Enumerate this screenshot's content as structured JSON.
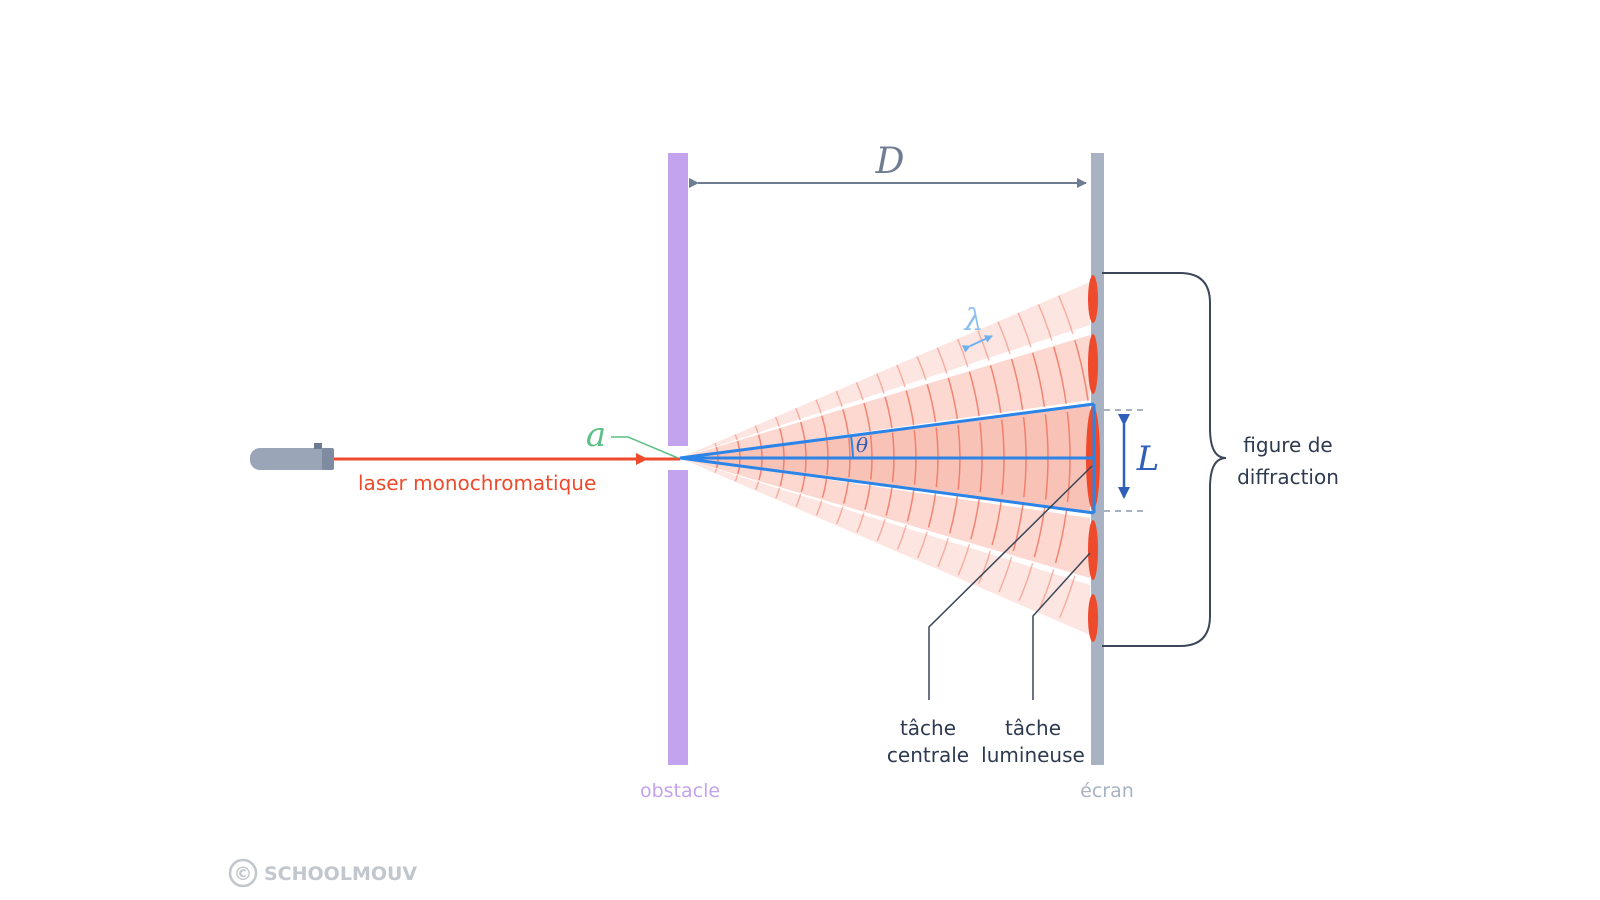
{
  "labels": {
    "laser": "laser monochromatique",
    "obstacle": "obstacle",
    "ecran": "écran",
    "figure_line1": "figure de",
    "figure_line2": "diffraction",
    "central_line1": "tâche",
    "central_line2": "centrale",
    "luminous_line1": "tâche",
    "luminous_line2": "lumineuse"
  },
  "symbols": {
    "distance": "D",
    "slit_width": "a",
    "wavelength": "λ",
    "angle": "θ",
    "central_width": "L"
  },
  "watermark": {
    "copyright": "©",
    "brand": "SCHOOLMOUV"
  },
  "colors": {
    "laser": "#ee4a2c",
    "obstacle": "#c3a3ee",
    "screen": "#a8b2c2",
    "central_lines": "#2b84e8",
    "dimension": "#6f7d92",
    "label_dark": "#2e3a4f",
    "slit_label": "#5cbf86",
    "wavelength": "#8dbff0",
    "brace": "#3b4658"
  }
}
